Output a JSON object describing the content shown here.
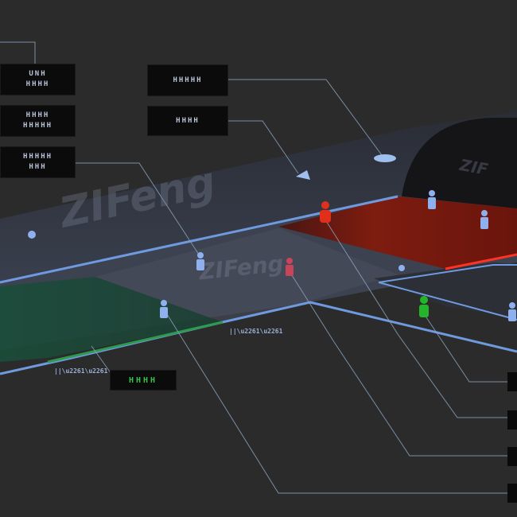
{
  "labels": {
    "box_left_1": [
      "UNH",
      "HHHH"
    ],
    "box_left_2": [
      "HHHH",
      "HHHHH"
    ],
    "box_left_3": [
      "HHHHH",
      "HHH"
    ],
    "box_mid_1": [
      "HHHHH"
    ],
    "box_mid_2": [
      "HHHH"
    ],
    "box_green": [
      "HHHH"
    ]
  },
  "watermarks": {
    "main": "ZIFeng",
    "tunnel": "ZIF",
    "center": "ZIFeng"
  },
  "markers": {
    "mark_1": "||\\u2261\\u2261",
    "mark_2": "||\\u2261\\u2261"
  },
  "colors": {
    "background": "#2b2b2b",
    "platform": "#3b4150",
    "red_zone": "#7a1a10",
    "green_zone": "#1d4a38",
    "edge_blue": "#6f9ae0",
    "figure_blue": "#8fb0ee",
    "figure_red": "#e0301c",
    "figure_green": "#25b52a",
    "leader_line": "#8aa0b8"
  }
}
